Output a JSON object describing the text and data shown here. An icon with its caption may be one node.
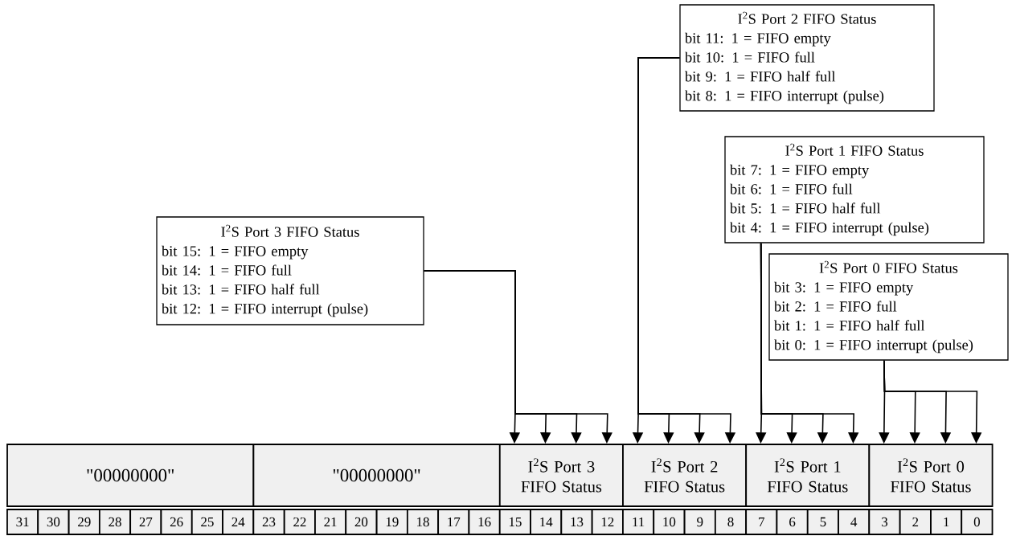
{
  "diagram": {
    "nodes": [
      {
        "text": [
          "I$^{2}$S Port 2 FIFO Status",
          "bit 11: 1 = FIFO empty",
          "bit 10: 1 = FIFO full",
          "bit 9: 1 = FIFO half full",
          "bit 8: 1 = FIFO interrupt (pulse)"
        ]
      },
      {
        "text": [
          "I$^{2}$S Port 1 FIFO Status",
          "bit 7: 1 = FIFO empty",
          "bit 6: 1 = FIFO full",
          "bit 5: 1 = FIFO half full",
          "bit 4: 1 = FIFO interrupt (pulse)"
        ]
      },
      {
        "text": [
          "I$^{2}$S Port 3 FIFO Status",
          "bit 15: 1 = FIFO empty",
          "bit 14: 1 = FIFO full",
          "bit 13: 1 = FIFO half full",
          "bit 12: 1 = FIFO interrupt (pulse)"
        ]
      },
      {
        "text": [
          "I$^{2}$S Port 0 FIFO Status",
          "bit 3: 1 = FIFO empty",
          "bit 2: 1 = FIFO full",
          "bit 1: 1 = FIFO half full",
          "bit 0: 1 = FIFO interrupt (pulse)"
        ]
      },
      {
        "text": [
          "\"00000000\""
        ]
      },
      {
        "text": [
          "\"00000000\""
        ]
      },
      {
        "text": [
          "I$^{2}$S Port 3 FIFO Status"
        ]
      },
      {
        "text": [
          "I$^{2}$S Port 2 FIFO Status"
        ]
      },
      {
        "text": [
          "I$^{2}$S Port 1 FIFO Status"
        ]
      },
      {
        "text": [
          "I$^{2}$S Port 0 FIFO Status"
        ]
      },
      {
        "text": [
          "31"
        ]
      },
      {
        "text": [
          "30"
        ]
      },
      {
        "text": [
          "29"
        ]
      },
      {
        "text": [
          "28"
        ]
      },
      {
        "text": [
          "27"
        ]
      },
      {
        "text": [
          "26"
        ]
      },
      {
        "text": [
          "25"
        ]
      },
      {
        "text": [
          "24"
        ]
      },
      {
        "text": [
          "23"
        ]
      },
      {
        "text": [
          "22"
        ]
      },
      {
        "text": [
          "21"
        ]
      },
      {
        "text": [
          "20"
        ]
      },
      {
        "text": [
          "19"
        ]
      },
      {
        "text": [
          "18"
        ]
      },
      {
        "text": [
          "17"
        ]
      },
      {
        "text": [
          "16"
        ]
      },
      {
        "text": [
          "15"
        ]
      },
      {
        "text": [
          "14"
        ]
      },
      {
        "text": [
          "13"
        ]
      },
      {
        "text": [
          "12"
        ]
      },
      {
        "text": [
          "11"
        ]
      },
      {
        "text": [
          "10"
        ]
      },
      {
        "text": [
          "9"
        ]
      },
      {
        "text": [
          "8"
        ]
      },
      {
        "text": [
          "7"
        ]
      },
      {
        "text": [
          "6"
        ]
      },
      {
        "text": [
          "5"
        ]
      },
      {
        "text": [
          "4"
        ]
      },
      {
        "text": [
          "3"
        ]
      },
      {
        "text": [
          "2"
        ]
      },
      {
        "text": [
          "1"
        ]
      },
      {
        "text": [
          "0"
        ]
      }
    ],
    "edges": [
      {
        "from": 2,
        "to": 6,
        "arrow": "to"
      },
      {
        "from": 2,
        "to": 6,
        "arrow": "to"
      },
      {
        "from": 2,
        "to": 6,
        "arrow": "to"
      },
      {
        "from": 2,
        "to": 6,
        "arrow": "to"
      },
      {
        "from": 0,
        "to": 7,
        "arrow": "to"
      },
      {
        "from": 0,
        "to": 7,
        "arrow": "to"
      },
      {
        "from": 0,
        "to": 7,
        "arrow": "to"
      },
      {
        "from": 0,
        "to": 7,
        "arrow": "to"
      },
      {
        "from": 1,
        "to": 8,
        "arrow": "to"
      },
      {
        "from": 1,
        "to": 8,
        "arrow": "to"
      },
      {
        "from": 1,
        "to": 8,
        "arrow": "to"
      },
      {
        "from": 1,
        "to": 8,
        "arrow": "to"
      },
      {
        "from": 3,
        "to": 9,
        "arrow": "to"
      },
      {
        "from": 3,
        "to": 9,
        "arrow": "to"
      },
      {
        "from": 3,
        "to": 9,
        "arrow": "to"
      },
      {
        "from": 3,
        "to": 9,
        "arrow": "to"
      }
    ]
  }
}
